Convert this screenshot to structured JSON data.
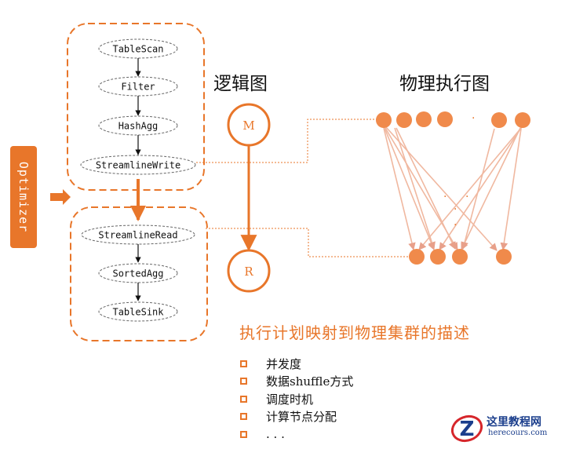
{
  "logical_title": "逻辑图",
  "physical_title": "物理执行图",
  "optimizer_label": "Optimizer",
  "map_stage": {
    "nodes": [
      "TableScan",
      "Filter",
      "HashAgg",
      "StreamlineWrite"
    ]
  },
  "reduce_stage": {
    "nodes": [
      "StreamlineRead",
      "SortedAgg",
      "TableSink"
    ]
  },
  "logical_nodes": {
    "m": "M",
    "r": "R"
  },
  "physical_ellipsis": ".",
  "subtitle": "执行计划映射到物理集群的描述",
  "bullets": [
    "并发度",
    "数据shuffle方式",
    "调度时机",
    "计算节点分配",
    ". . ."
  ],
  "watermark": {
    "main": "这里教程网",
    "sub": "herecours.com",
    "icon_letter": "Z"
  },
  "colors": {
    "accent": "#e8762a",
    "node_fill": "#f08a4b",
    "edge": "#f0b8a0",
    "logo": "#1b3e8c"
  }
}
